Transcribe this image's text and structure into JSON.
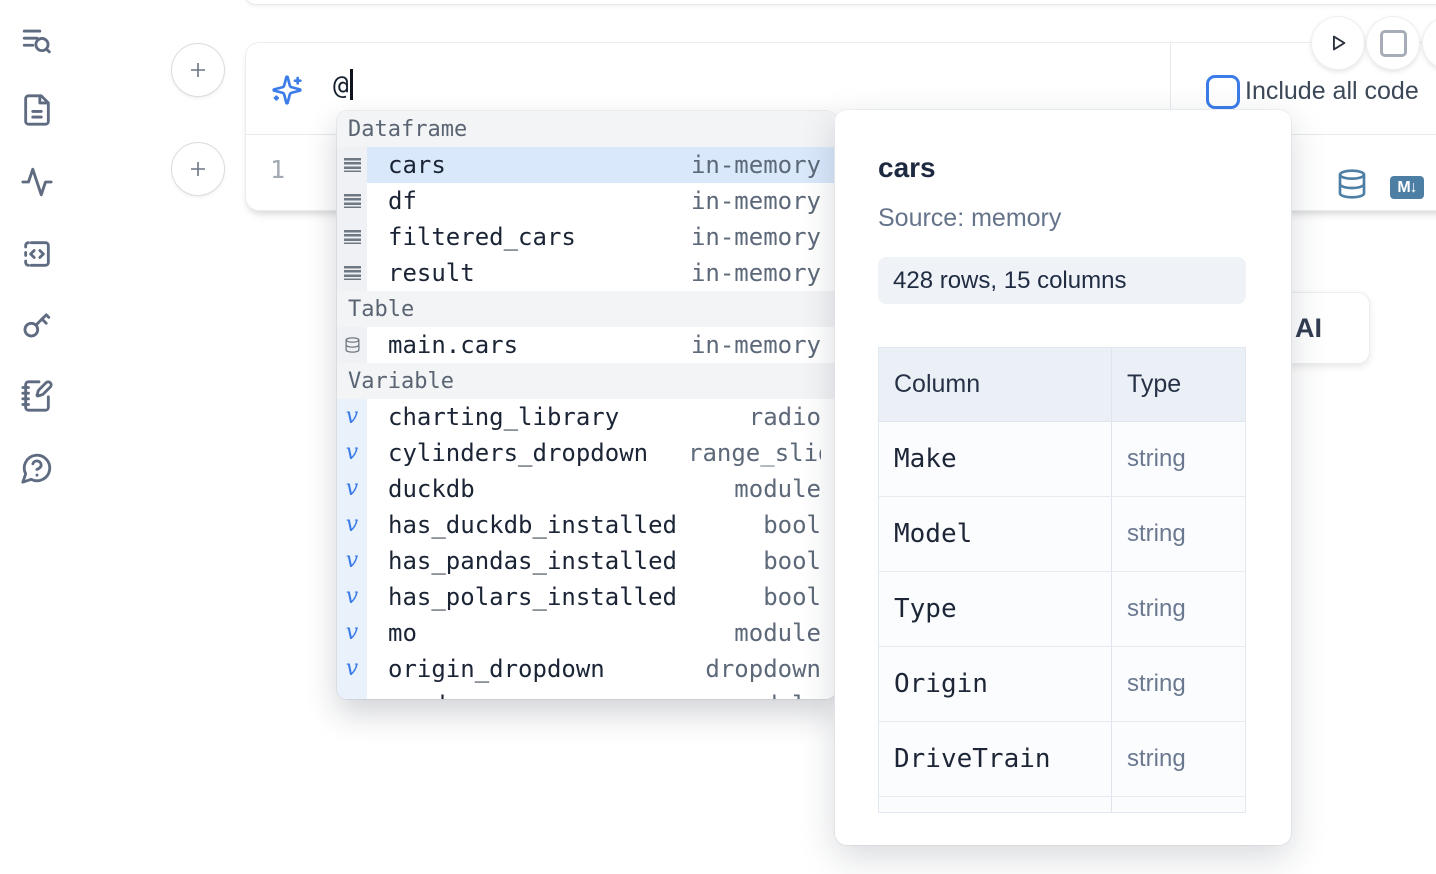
{
  "colors": {
    "accent_blue": "#3b7ce9",
    "steel_blue": "#4c7fa3",
    "selected_row_bg": "#d9e8fb",
    "sidebar_icon": "#5e6b80"
  },
  "sidebar": {
    "icons": [
      "list-search",
      "file-text",
      "activity",
      "code-square-dashed",
      "key",
      "notebook-pen",
      "help-bubble"
    ]
  },
  "run_controls": {
    "icons": [
      "play",
      "stop"
    ]
  },
  "ai_cell": {
    "prompt_value": "@",
    "include_all_code_label": "Include all code",
    "toolbar_icons": [
      "database",
      "markdown-export"
    ],
    "markdown_badge": "M↓"
  },
  "code_cell": {
    "line_number": "1"
  },
  "ai_button": {
    "label": "AI"
  },
  "autocomplete": {
    "entries": [
      {
        "row": "header",
        "label": "Dataframe"
      },
      {
        "row": "item",
        "kind": "dataframe",
        "name": "cars",
        "type": "in-memory",
        "selected": true
      },
      {
        "row": "item",
        "kind": "dataframe",
        "name": "df",
        "type": "in-memory"
      },
      {
        "row": "item",
        "kind": "dataframe",
        "name": "filtered_cars",
        "type": "in-memory"
      },
      {
        "row": "item",
        "kind": "dataframe",
        "name": "result",
        "type": "in-memory"
      },
      {
        "row": "header",
        "label": "Table"
      },
      {
        "row": "item",
        "kind": "table",
        "name": "main.cars",
        "type": "in-memory"
      },
      {
        "row": "header",
        "label": "Variable"
      },
      {
        "row": "item",
        "kind": "variable",
        "name": "charting_library",
        "type": "radio"
      },
      {
        "row": "item",
        "kind": "variable",
        "name": "cylinders_dropdown",
        "type": "range_slider"
      },
      {
        "row": "item",
        "kind": "variable",
        "name": "duckdb",
        "type": "module"
      },
      {
        "row": "item",
        "kind": "variable",
        "name": "has_duckdb_installed",
        "type": "bool"
      },
      {
        "row": "item",
        "kind": "variable",
        "name": "has_pandas_installed",
        "type": "bool"
      },
      {
        "row": "item",
        "kind": "variable",
        "name": "has_polars_installed",
        "type": "bool"
      },
      {
        "row": "item",
        "kind": "variable",
        "name": "mo",
        "type": "module"
      },
      {
        "row": "item",
        "kind": "variable",
        "name": "origin_dropdown",
        "type": "dropdown"
      },
      {
        "row": "item",
        "kind": "variable",
        "name": "pandas",
        "type": "module"
      }
    ]
  },
  "preview": {
    "title": "cars",
    "source": "Source: memory",
    "shape": "428 rows, 15 columns",
    "table": {
      "headers": [
        "Column",
        "Type"
      ],
      "rows": [
        {
          "column": "Make",
          "type": "string"
        },
        {
          "column": "Model",
          "type": "string"
        },
        {
          "column": "Type",
          "type": "string"
        },
        {
          "column": "Origin",
          "type": "string"
        },
        {
          "column": "DriveTrain",
          "type": "string"
        }
      ]
    }
  }
}
